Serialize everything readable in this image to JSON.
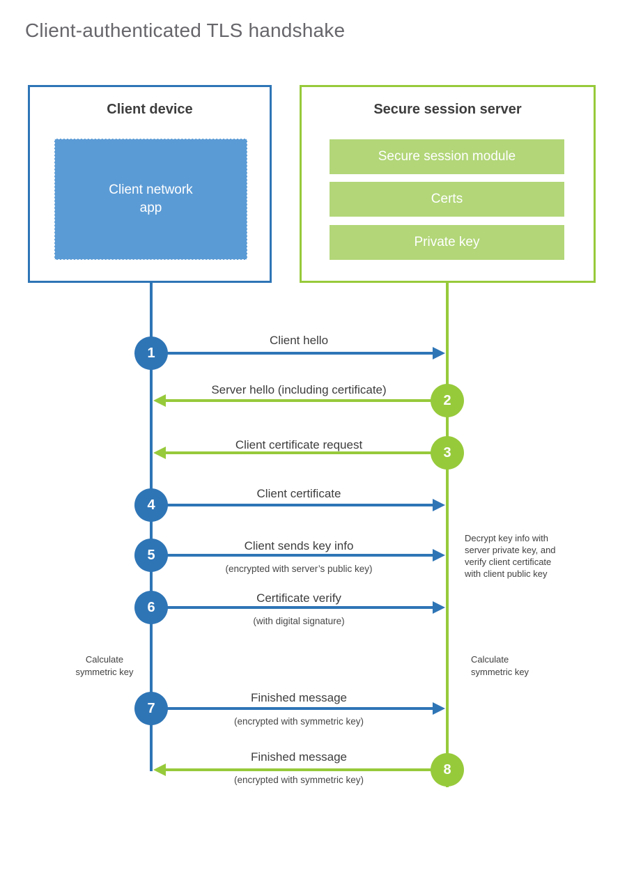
{
  "title": "Client-authenticated TLS handshake",
  "colors": {
    "blue": "#2e75b6",
    "blue_light": "#5b9bd5",
    "green": "#97ca3b",
    "green_light": "#b2d678"
  },
  "client": {
    "heading": "Client device",
    "app": "Client network app"
  },
  "server": {
    "heading": "Secure session server",
    "modules": [
      "Secure session module",
      "Certs",
      "Private key"
    ]
  },
  "steps": [
    {
      "num": "1",
      "label": "Client hello",
      "sub": "",
      "direction": "right"
    },
    {
      "num": "2",
      "label": "Server hello (including certificate)",
      "sub": "",
      "direction": "left"
    },
    {
      "num": "3",
      "label": "Client certificate request",
      "sub": "",
      "direction": "left"
    },
    {
      "num": "4",
      "label": "Client certificate",
      "sub": "",
      "direction": "right"
    },
    {
      "num": "5",
      "label": "Client sends key info",
      "sub": "(encrypted with server’s public key)",
      "direction": "right"
    },
    {
      "num": "6",
      "label": "Certificate verify",
      "sub": "(with digital signature)",
      "direction": "right"
    },
    {
      "num": "7",
      "label": "Finished message",
      "sub": "(encrypted with symmetric key)",
      "direction": "right"
    },
    {
      "num": "8",
      "label": "Finished message",
      "sub": "(encrypted with symmetric key)",
      "direction": "left"
    }
  ],
  "annotations": {
    "server_note": {
      "lines": [
        "Decrypt key info with",
        "server private key, and",
        "verify client certificate",
        "with client public key"
      ]
    },
    "calc_left": {
      "lines": [
        "Calculate",
        "symmetric key"
      ]
    },
    "calc_right": {
      "lines": [
        "Calculate",
        "symmetric key"
      ]
    }
  }
}
